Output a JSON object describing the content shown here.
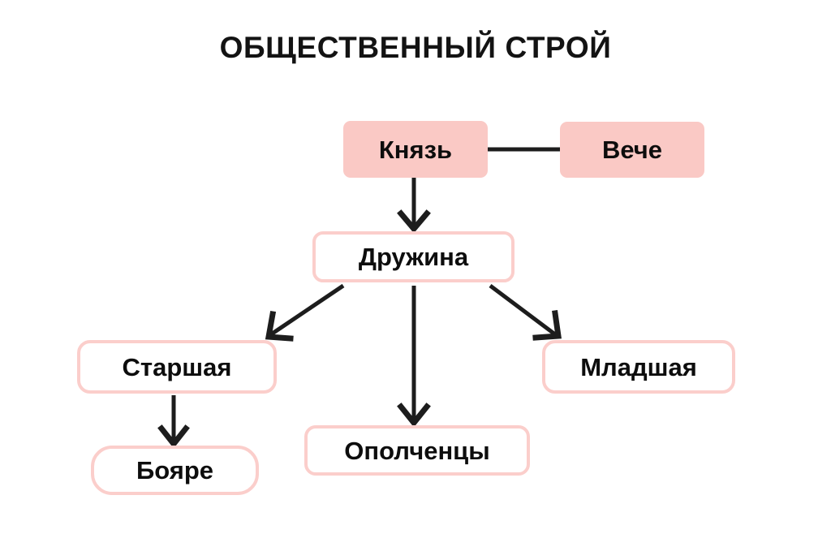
{
  "diagram": {
    "title": "ОБЩЕСТВЕННЫЙ СТРОЙ",
    "type": "hierarchy-flowchart",
    "background_color": "#ffffff",
    "colors": {
      "node_fill_pink": "#fac9c5",
      "node_border_pink": "#fbcecb",
      "node_fill_white": "#ffffff",
      "text": "#0d0d0d",
      "connector": "#1d1d1d"
    },
    "nodes": [
      {
        "id": "knyaz",
        "label": "Князь",
        "style": "filled"
      },
      {
        "id": "veche",
        "label": "Вече",
        "style": "filled"
      },
      {
        "id": "druzhina",
        "label": "Дружина",
        "style": "outlined"
      },
      {
        "id": "starshaya",
        "label": "Старшая",
        "style": "outlined"
      },
      {
        "id": "mladshaya",
        "label": "Младшая",
        "style": "outlined"
      },
      {
        "id": "opolchency",
        "label": "Ополченцы",
        "style": "outlined"
      },
      {
        "id": "boyare",
        "label": "Бояре",
        "style": "outlined"
      }
    ],
    "edges": [
      {
        "id": "knyaz-veche",
        "from": "knyaz",
        "to": "veche",
        "kind": "line",
        "orientation": "horizontal"
      },
      {
        "id": "knyaz-druzhina",
        "from": "knyaz",
        "to": "druzhina",
        "kind": "arrow",
        "orientation": "vertical"
      },
      {
        "id": "druzhina-starshaya",
        "from": "druzhina",
        "to": "starshaya",
        "kind": "arrow",
        "orientation": "diagonal-left"
      },
      {
        "id": "druzhina-opolchency",
        "from": "druzhina",
        "to": "opolchency",
        "kind": "arrow",
        "orientation": "vertical"
      },
      {
        "id": "druzhina-mladshaya",
        "from": "druzhina",
        "to": "mladshaya",
        "kind": "arrow",
        "orientation": "diagonal-right"
      },
      {
        "id": "starshaya-boyare",
        "from": "starshaya",
        "to": "boyare",
        "kind": "arrow",
        "orientation": "vertical"
      }
    ]
  }
}
